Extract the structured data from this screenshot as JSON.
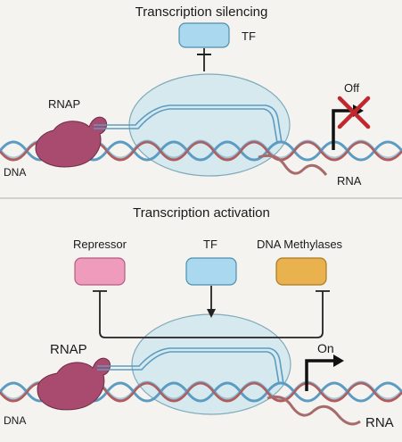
{
  "panels": {
    "silencing": {
      "title": "Transcription silencing",
      "tf_label": "TF",
      "rnap_label": "RNAP",
      "dna_label": "DNA",
      "rna_label": "RNA",
      "status_label": "Off"
    },
    "activation": {
      "title": "Transcription activation",
      "repressor_label": "Repressor",
      "tf_label": "TF",
      "methylase_label": "DNA Methylases",
      "rnap_label": "RNAP",
      "dna_label": "DNA",
      "rna_label": "RNA",
      "status_label": "On"
    }
  },
  "colors": {
    "background": "#f5f3ef",
    "tf_box": "#a9d8ef",
    "repressor_box": "#ef9cbc",
    "methylase_box": "#eab24f",
    "rnap": "#a94b6f",
    "complex_bubble": "#d4e9ee",
    "dna_strand_red": "#b35b5b",
    "dna_strand_blue": "#5c9cc2",
    "rna": "#a86b6b",
    "off_cross": "#c0282d",
    "divider": "#bbbbbb"
  },
  "icons": {
    "off_mark": "x-cross-icon",
    "promoter_arrow": "bent-arrow-icon"
  }
}
